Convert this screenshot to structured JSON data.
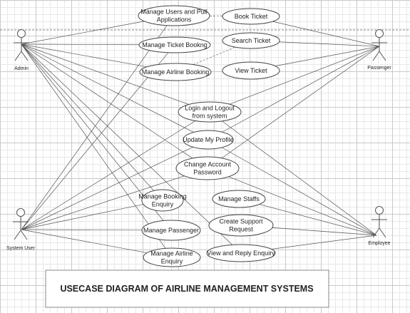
{
  "title": "USECASE DIAGRAM OF AIRLINE MANAGEMENT SYSTEMS",
  "actors": [
    {
      "id": "admin",
      "label": "Admin"
    },
    {
      "id": "passenger",
      "label": "Passenger"
    },
    {
      "id": "system_user",
      "label": "System User"
    },
    {
      "id": "employee",
      "label": "Employee"
    }
  ],
  "use_cases": [
    {
      "id": "manage_users",
      "lines": [
        "Manage Users and Pull",
        "Applications"
      ]
    },
    {
      "id": "manage_ticket_booking",
      "lines": [
        "Manage Ticket Bookng"
      ]
    },
    {
      "id": "manage_airline_booking",
      "lines": [
        "Manage Airline Booking"
      ]
    },
    {
      "id": "book_ticket",
      "lines": [
        "Book Ticket"
      ]
    },
    {
      "id": "search_ticket",
      "lines": [
        "Search Ticket"
      ]
    },
    {
      "id": "view_ticket",
      "lines": [
        "View Ticket"
      ]
    },
    {
      "id": "login_logout",
      "lines": [
        "Login and Logout",
        "from system"
      ]
    },
    {
      "id": "update_profile",
      "lines": [
        "Update My Profile"
      ]
    },
    {
      "id": "change_password",
      "lines": [
        "Change Account",
        "Password"
      ]
    },
    {
      "id": "manage_booking_enquiry",
      "lines": [
        "Manage Booking",
        "Enquiry"
      ]
    },
    {
      "id": "manage_passenger",
      "lines": [
        "Manage Passenger"
      ]
    },
    {
      "id": "manage_airline_enquiry",
      "lines": [
        "Manage Airline",
        "Enquiry"
      ]
    },
    {
      "id": "manage_staffs",
      "lines": [
        "Manage Staffs"
      ]
    },
    {
      "id": "create_support_request",
      "lines": [
        "Create Support",
        "Request"
      ]
    },
    {
      "id": "view_reply_enquiry",
      "lines": [
        "View and Reply Enquiry"
      ]
    }
  ],
  "associations": [
    [
      "admin",
      "manage_users"
    ],
    [
      "admin",
      "manage_ticket_booking"
    ],
    [
      "admin",
      "manage_airline_booking"
    ],
    [
      "admin",
      "login_logout"
    ],
    [
      "admin",
      "update_profile"
    ],
    [
      "admin",
      "change_password"
    ],
    [
      "admin",
      "manage_booking_enquiry"
    ],
    [
      "admin",
      "manage_passenger"
    ],
    [
      "admin",
      "manage_airline_enquiry"
    ],
    [
      "admin",
      "view_reply_enquiry"
    ],
    [
      "passenger",
      "book_ticket"
    ],
    [
      "passenger",
      "search_ticket"
    ],
    [
      "passenger",
      "view_ticket"
    ],
    [
      "passenger",
      "login_logout"
    ],
    [
      "passenger",
      "update_profile"
    ],
    [
      "passenger",
      "change_password"
    ],
    [
      "system_user",
      "manage_users"
    ],
    [
      "system_user",
      "manage_ticket_booking"
    ],
    [
      "system_user",
      "login_logout"
    ],
    [
      "system_user",
      "update_profile"
    ],
    [
      "system_user",
      "change_password"
    ],
    [
      "system_user",
      "manage_booking_enquiry"
    ],
    [
      "system_user",
      "manage_passenger"
    ],
    [
      "system_user",
      "manage_airline_enquiry"
    ],
    [
      "employee",
      "login_logout"
    ],
    [
      "employee",
      "update_profile"
    ],
    [
      "employee",
      "change_password"
    ],
    [
      "employee",
      "manage_staffs"
    ],
    [
      "employee",
      "create_support_request"
    ],
    [
      "employee",
      "view_reply_enquiry"
    ]
  ],
  "dashed_associations": [
    [
      "manage_users",
      "book_ticket"
    ],
    [
      "manage_airline_booking",
      "search_ticket"
    ],
    [
      "employee",
      "create_support_request"
    ]
  ]
}
